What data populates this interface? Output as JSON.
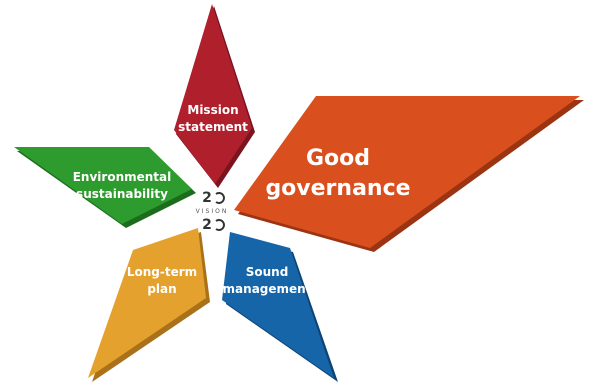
{
  "diagram": {
    "petals": [
      {
        "key": "mission",
        "lines": [
          "Mission",
          "statement"
        ],
        "color": "#b01f2c",
        "shade": "#7a1520"
      },
      {
        "key": "governance",
        "lines": [
          "Good",
          "governance"
        ],
        "color": "#d9501e",
        "shade": "#9b3412"
      },
      {
        "key": "sound",
        "lines": [
          "Sound",
          "management"
        ],
        "color": "#1565a8",
        "shade": "#0d4375"
      },
      {
        "key": "longterm",
        "lines": [
          "Long-term",
          "plan"
        ],
        "color": "#e5a12e",
        "shade": "#a8711a"
      },
      {
        "key": "environment",
        "lines": [
          "Environmental",
          "sustainability"
        ],
        "color": "#2e9b2e",
        "shade": "#1d6b1d"
      }
    ],
    "logo": {
      "top": "2",
      "middle": "VISION",
      "bottom": "2"
    }
  }
}
